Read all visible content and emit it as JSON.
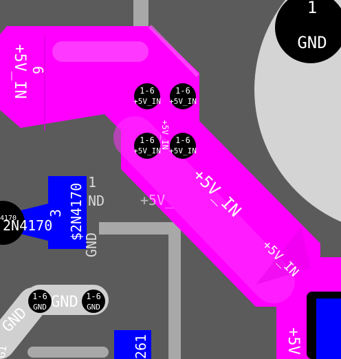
{
  "colors": {
    "background": "#5b5b5b",
    "magenta_copper": "#ff00ff",
    "magenta_highlight": "#ff66ff",
    "blue_copper": "#0000ff",
    "gray_trace": "#a8a8a8",
    "silkscreen": "#d9d9d9",
    "pad_light": "#c8c8c8",
    "via_black": "#000000",
    "text_white": "#ffffff"
  },
  "top_pad": {
    "pin_number": "1",
    "net_name": "GND"
  },
  "vertical_pad_left": {
    "net_name": "+5V_IN",
    "pin_number": "6"
  },
  "vias": [
    {
      "layers": "1-6",
      "net": "+5V_IN"
    },
    {
      "layers": "1-6",
      "net": "+5V_IN"
    },
    {
      "layers": "1-6",
      "net": "+5V_IN"
    },
    {
      "layers": "1-6",
      "net": "+5V_IN"
    }
  ],
  "via_cluster_vertical_label": "+5V_IN",
  "trace_labels": {
    "diagonal_main": "+5V_IN",
    "diagonal_lower": "+5V_IN",
    "lower_right_vertical": "+5V",
    "ghost_text": "+5V_"
  },
  "transistor": {
    "part_vertical": "$2N4170",
    "pin_number": "3",
    "part_horizontal": "2N4170",
    "part_small": "4170",
    "pin1_number": "1",
    "pin1_net": "ND",
    "gnd_rotated": "GND"
  },
  "gnd_pads": {
    "left_via": {
      "layers": "1-6",
      "net": "GND"
    },
    "right_via": {
      "layers": "1-6",
      "net": "GND"
    },
    "trace_label": "GND",
    "diagonal_label": "GND",
    "edge_fragment": "GI"
  },
  "bottom_part": {
    "label_fragment": "261"
  }
}
